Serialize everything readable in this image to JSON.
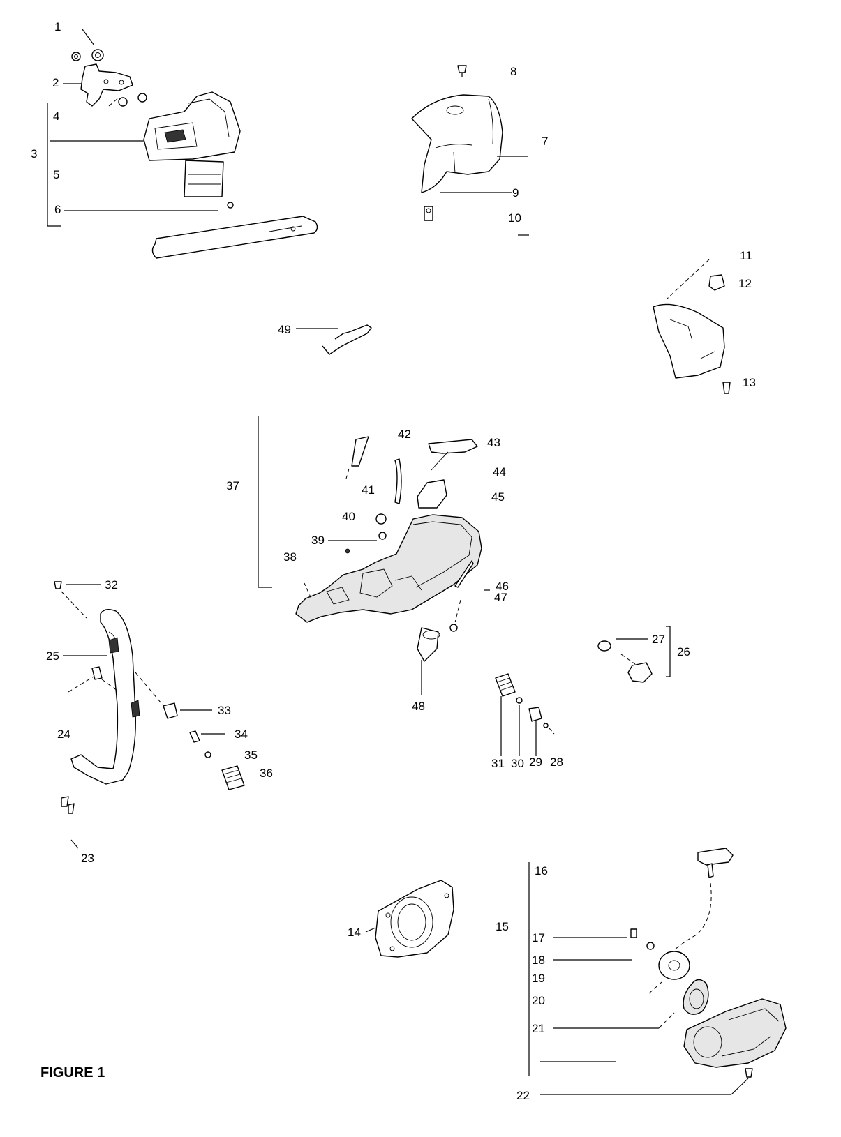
{
  "figure": {
    "title": "FIGURE 1"
  },
  "callouts": [
    "1",
    "2",
    "3",
    "4",
    "5",
    "6",
    "7",
    "8",
    "9",
    "10",
    "11",
    "12",
    "13",
    "14",
    "15",
    "16",
    "17",
    "18",
    "19",
    "20",
    "21",
    "22",
    "23",
    "24",
    "25",
    "26",
    "27",
    "28",
    "29",
    "30",
    "31",
    "32",
    "33",
    "34",
    "35",
    "36",
    "37",
    "38",
    "39",
    "40",
    "41",
    "42",
    "43",
    "44",
    "45",
    "46",
    "47",
    "48",
    "49"
  ]
}
